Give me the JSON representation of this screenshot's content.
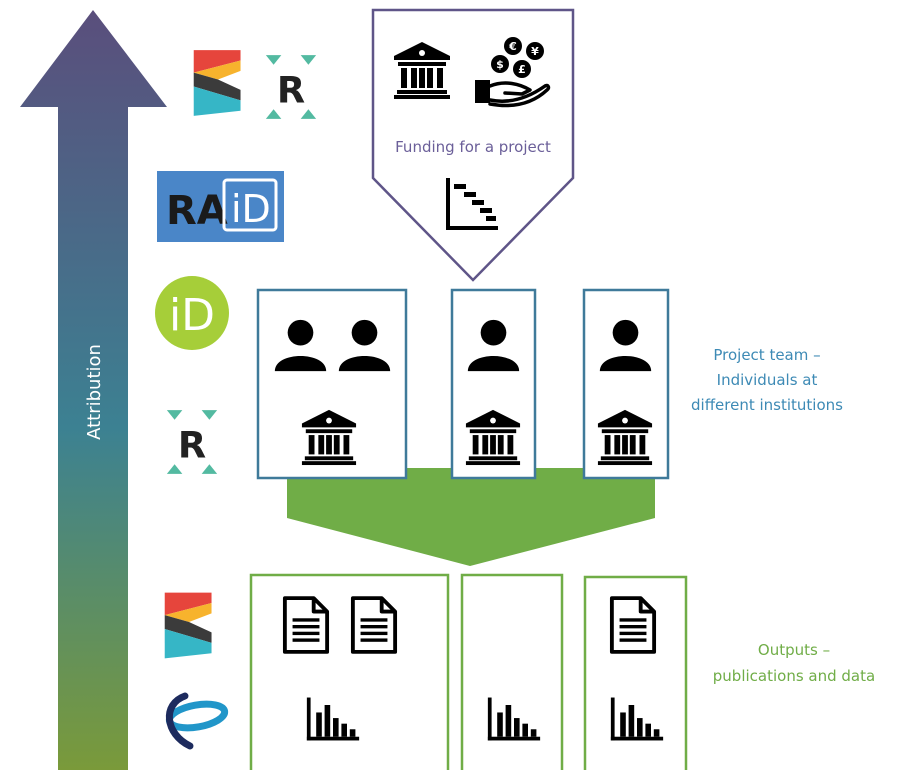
{
  "arrow": {
    "label": "Attribution"
  },
  "funding": {
    "label": "Funding for a project",
    "currency_symbols": [
      "€",
      "¥",
      "$",
      "£"
    ]
  },
  "team": {
    "line1": "Project team –",
    "line2": "Individuals at",
    "line3": "different institutions"
  },
  "outputs": {
    "line1": "Outputs –",
    "line2": "publications and data"
  },
  "logos": {
    "raid_ra": "RA",
    "raid_id": "iD",
    "orcid": "iD",
    "ror_letter": "R"
  },
  "colors": {
    "arrow_top": "#5a4e7c",
    "arrow_mid": "#3c8192",
    "arrow_bottom": "#7a9a3a",
    "funding_border": "#5f5588",
    "funding_text": "#6b5f99",
    "team_border": "#3f7a9a",
    "team_text": "#3d8ab5",
    "outputs_border": "#70ad47",
    "outputs_text": "#70ad47",
    "raid_bg": "#4a86c8",
    "orcid_green": "#a6ce39",
    "ror_teal": "#53baa1"
  },
  "icons": [
    "institution-icon",
    "money-hand-icon",
    "gantt-icon",
    "person-icon",
    "document-icon",
    "bar-chart-icon",
    "crossref-logo",
    "ror-logo",
    "orcid-logo",
    "raid-logo",
    "datacite-logo"
  ]
}
